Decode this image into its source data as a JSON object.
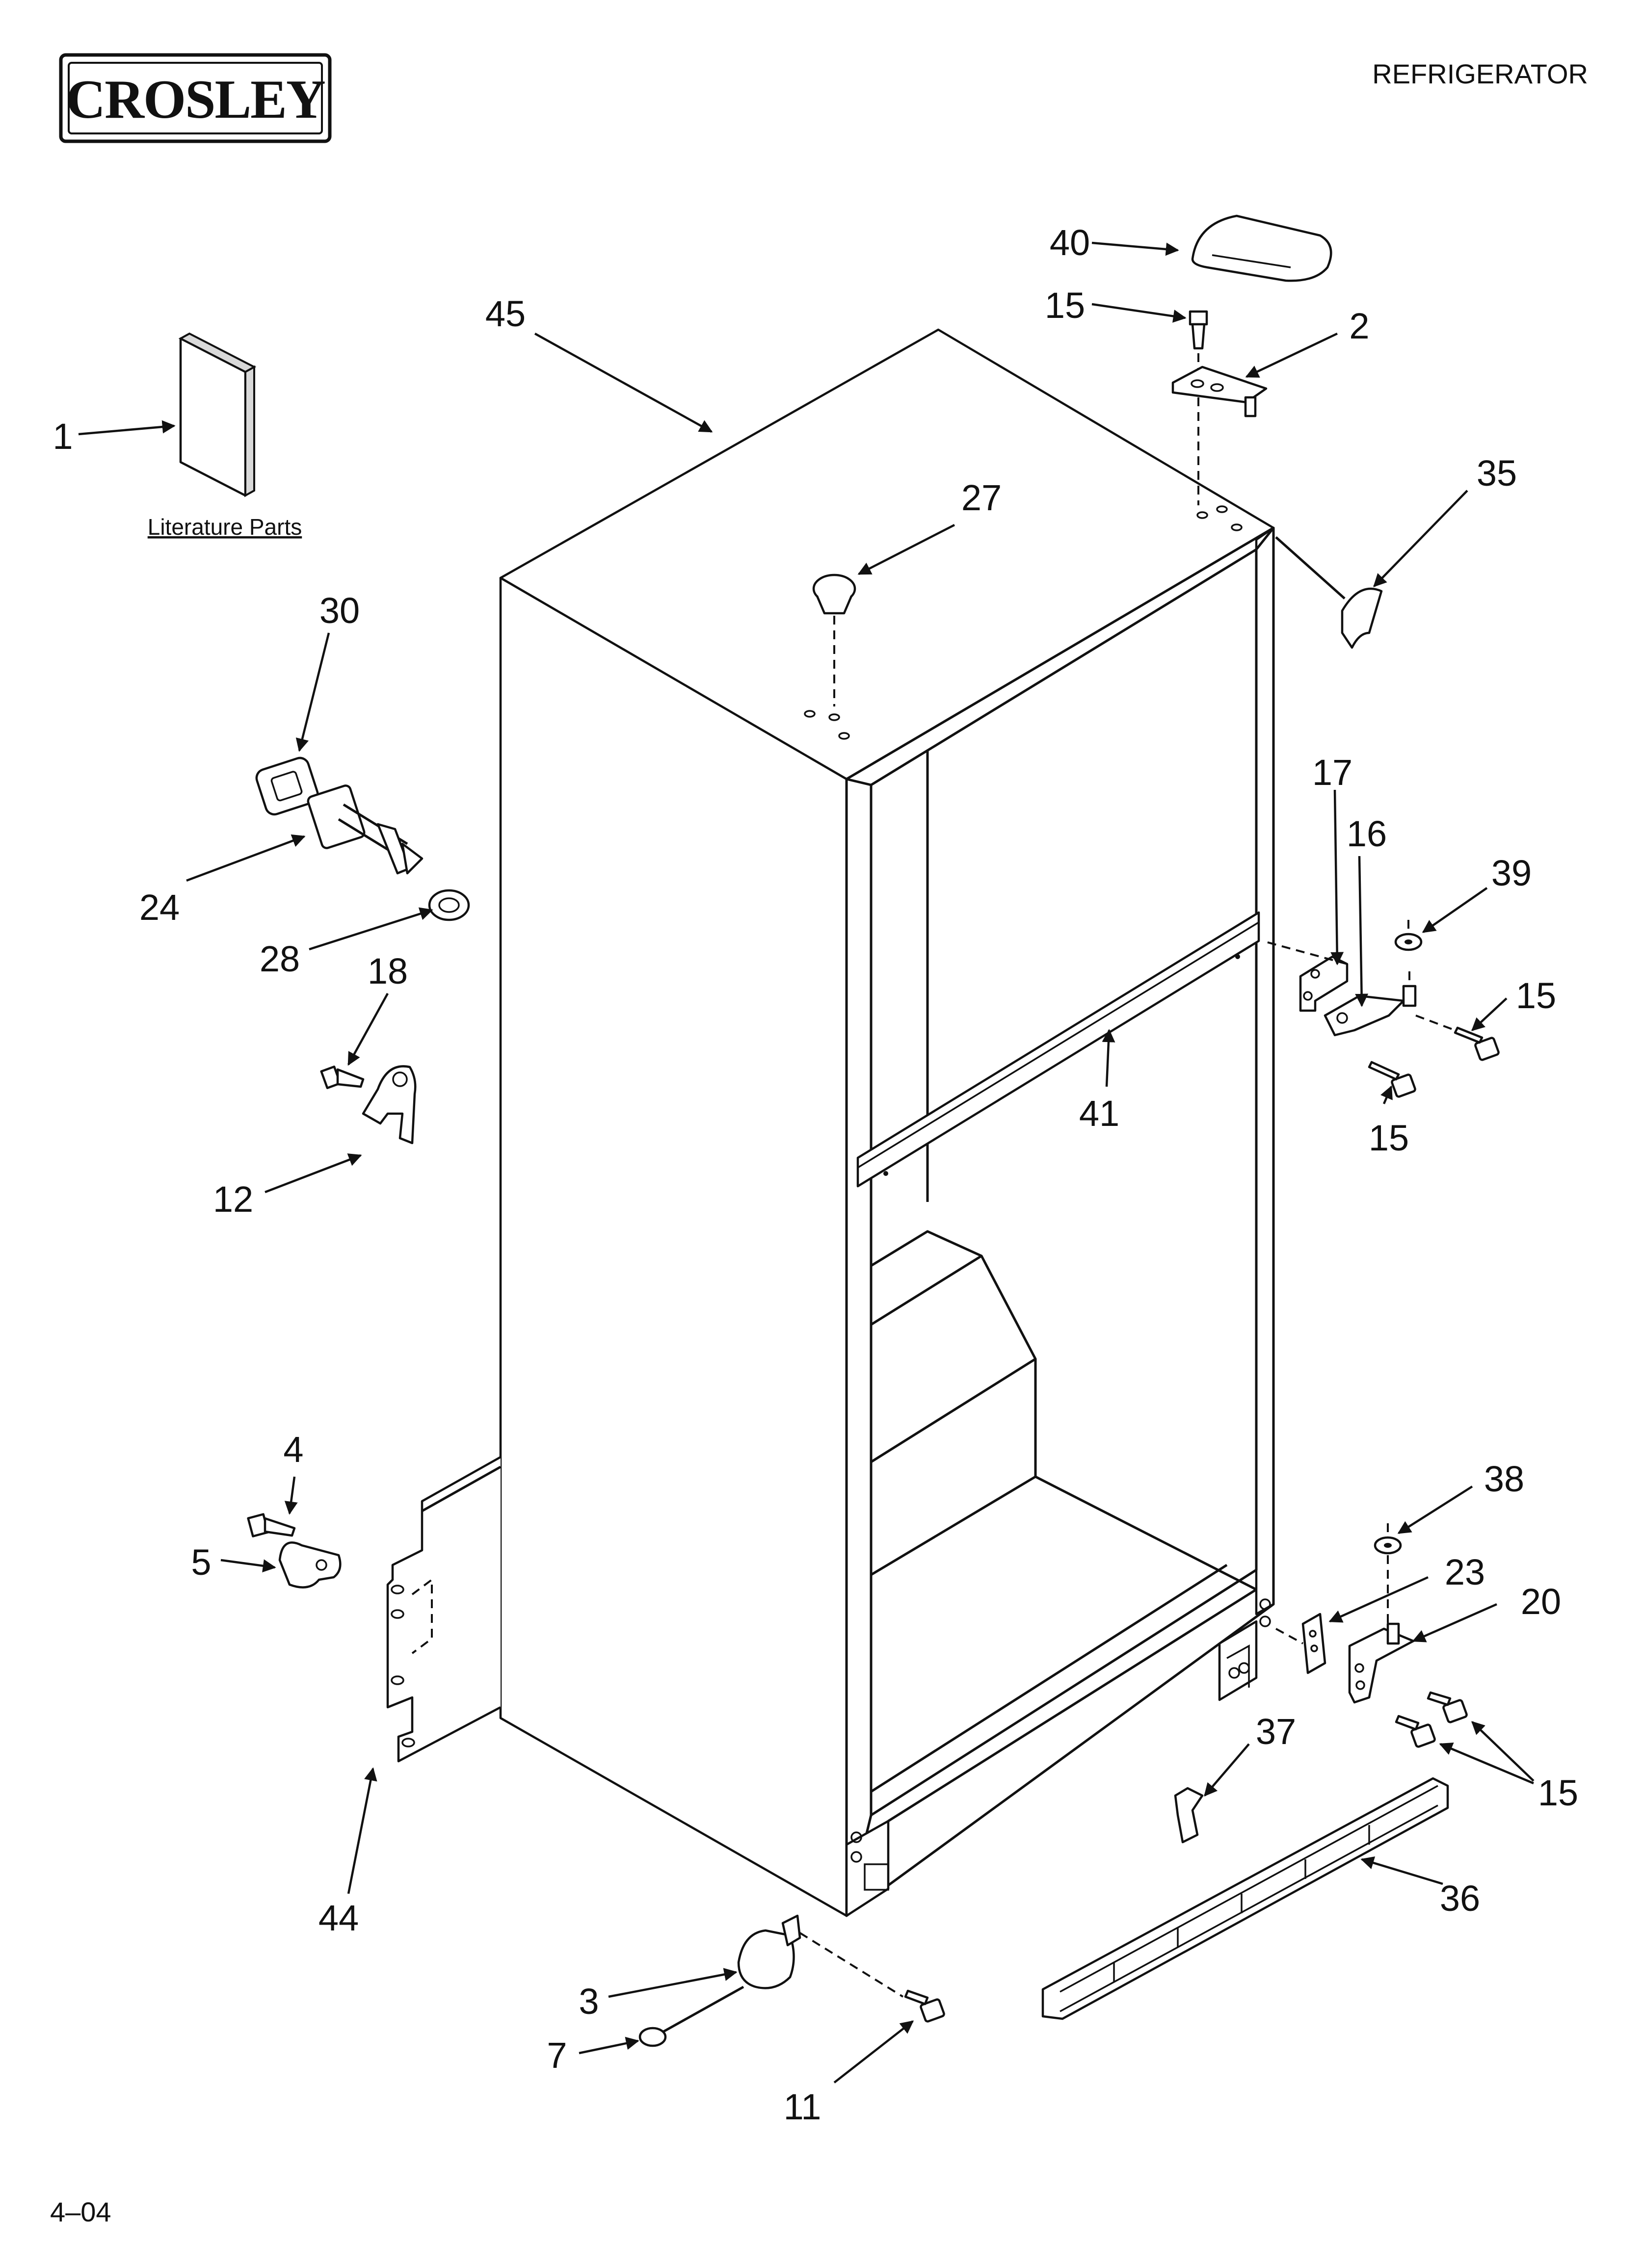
{
  "header": {
    "brand": "CROSLEY",
    "title": "REFRIGERATOR",
    "footer_code": "4–04"
  },
  "literature": {
    "caption": "Literature Parts"
  },
  "callouts": [
    {
      "id": "c1",
      "label": "1"
    },
    {
      "id": "c2",
      "label": "2"
    },
    {
      "id": "c3",
      "label": "3"
    },
    {
      "id": "c4",
      "label": "4"
    },
    {
      "id": "c5",
      "label": "5"
    },
    {
      "id": "c7",
      "label": "7"
    },
    {
      "id": "c11",
      "label": "11"
    },
    {
      "id": "c12",
      "label": "12"
    },
    {
      "id": "c15a",
      "label": "15"
    },
    {
      "id": "c15b",
      "label": "15"
    },
    {
      "id": "c15c",
      "label": "15"
    },
    {
      "id": "c15d",
      "label": "15"
    },
    {
      "id": "c16",
      "label": "16"
    },
    {
      "id": "c17",
      "label": "17"
    },
    {
      "id": "c18",
      "label": "18"
    },
    {
      "id": "c20",
      "label": "20"
    },
    {
      "id": "c23",
      "label": "23"
    },
    {
      "id": "c24",
      "label": "24"
    },
    {
      "id": "c27",
      "label": "27"
    },
    {
      "id": "c28",
      "label": "28"
    },
    {
      "id": "c30",
      "label": "30"
    },
    {
      "id": "c35",
      "label": "35"
    },
    {
      "id": "c36",
      "label": "36"
    },
    {
      "id": "c37",
      "label": "37"
    },
    {
      "id": "c38",
      "label": "38"
    },
    {
      "id": "c39",
      "label": "39"
    },
    {
      "id": "c40",
      "label": "40"
    },
    {
      "id": "c41",
      "label": "41"
    },
    {
      "id": "c44",
      "label": "44"
    },
    {
      "id": "c45",
      "label": "45"
    }
  ]
}
